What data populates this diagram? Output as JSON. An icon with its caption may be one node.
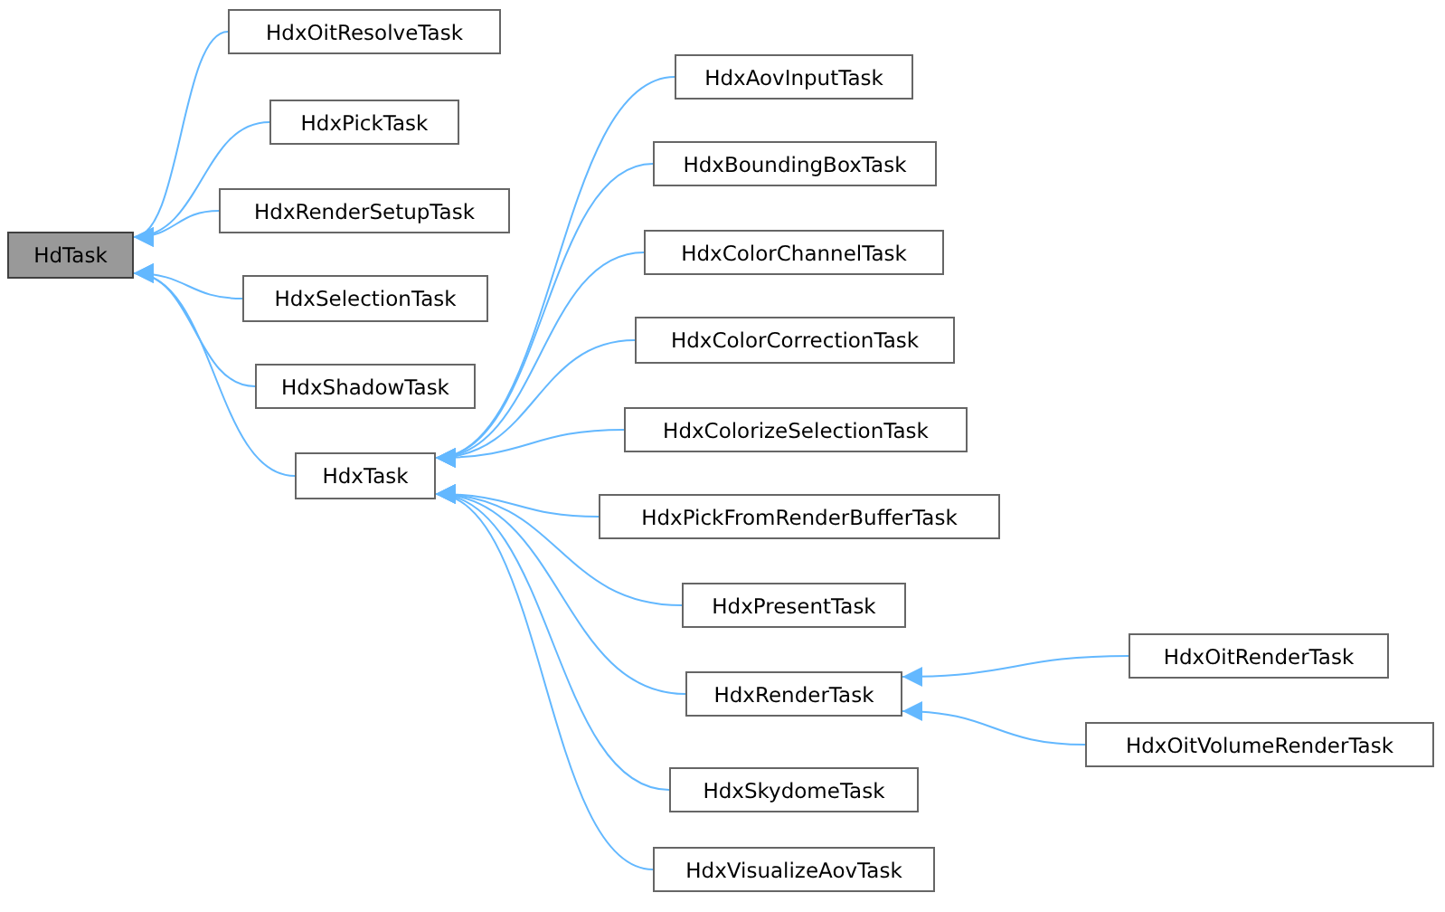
{
  "diagram": {
    "nodes": [
      {
        "text": [
          "HdTask"
        ]
      },
      {
        "text": [
          "HdxOitResolveTask"
        ]
      },
      {
        "text": [
          "HdxPickTask"
        ]
      },
      {
        "text": [
          "HdxRenderSetupTask"
        ]
      },
      {
        "text": [
          "HdxSelectionTask"
        ]
      },
      {
        "text": [
          "HdxShadowTask"
        ]
      },
      {
        "text": [
          "HdxTask"
        ]
      },
      {
        "text": [
          "HdxAovInputTask"
        ]
      },
      {
        "text": [
          "HdxBoundingBoxTask"
        ]
      },
      {
        "text": [
          "HdxColorChannelTask"
        ]
      },
      {
        "text": [
          "HdxColorCorrectionTask"
        ]
      },
      {
        "text": [
          "HdxColorizeSelectionTask"
        ]
      },
      {
        "text": [
          "HdxPickFromRenderBufferTask"
        ]
      },
      {
        "text": [
          "HdxPresentTask"
        ]
      },
      {
        "text": [
          "HdxRenderTask"
        ]
      },
      {
        "text": [
          "HdxSkydomeTask"
        ]
      },
      {
        "text": [
          "HdxVisualizeAovTask"
        ]
      },
      {
        "text": [
          "HdxOitRenderTask"
        ]
      },
      {
        "text": [
          "HdxOitVolumeRenderTask"
        ]
      }
    ],
    "edges": [
      {
        "from": 1,
        "to": 0,
        "arrow": "to"
      },
      {
        "from": 2,
        "to": 0,
        "arrow": "to"
      },
      {
        "from": 3,
        "to": 0,
        "arrow": "to"
      },
      {
        "from": 4,
        "to": 0,
        "arrow": "to"
      },
      {
        "from": 5,
        "to": 0,
        "arrow": "to"
      },
      {
        "from": 6,
        "to": 0,
        "arrow": "to"
      },
      {
        "from": 7,
        "to": 6,
        "arrow": "to"
      },
      {
        "from": 8,
        "to": 6,
        "arrow": "to"
      },
      {
        "from": 9,
        "to": 6,
        "arrow": "to"
      },
      {
        "from": 10,
        "to": 6,
        "arrow": "to"
      },
      {
        "from": 11,
        "to": 6,
        "arrow": "to"
      },
      {
        "from": 12,
        "to": 6,
        "arrow": "to"
      },
      {
        "from": 13,
        "to": 6,
        "arrow": "to"
      },
      {
        "from": 14,
        "to": 6,
        "arrow": "to"
      },
      {
        "from": 15,
        "to": 6,
        "arrow": "to"
      },
      {
        "from": 16,
        "to": 6,
        "arrow": "to"
      },
      {
        "from": 17,
        "to": 14,
        "arrow": "to"
      },
      {
        "from": 18,
        "to": 14,
        "arrow": "to"
      }
    ]
  }
}
